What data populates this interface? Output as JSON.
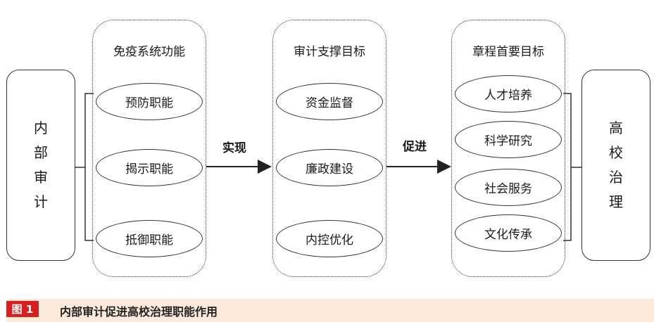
{
  "left_box": {
    "chars": [
      "内",
      "部",
      "审",
      "计"
    ]
  },
  "right_box": {
    "chars": [
      "高",
      "校",
      "治",
      "理"
    ]
  },
  "columns": [
    {
      "title": "免疫系统功能",
      "items": [
        "预防职能",
        "揭示职能",
        "抵御职能"
      ]
    },
    {
      "title": "审计支撑目标",
      "items": [
        "资金监督",
        "廉政建设",
        "内控优化"
      ]
    },
    {
      "title": "章程首要目标",
      "items": [
        "人才培养",
        "科学研究",
        "社会服务",
        "文化传承"
      ]
    }
  ],
  "arrows": {
    "first_label": "实现",
    "second_label": "促进"
  },
  "caption": {
    "badge": "图 1",
    "text": "内部审计促进高校治理职能作用"
  },
  "colors": {
    "badge_bg": "#d6201f",
    "caption_bg": "#fce9dc",
    "line": "#333333"
  }
}
